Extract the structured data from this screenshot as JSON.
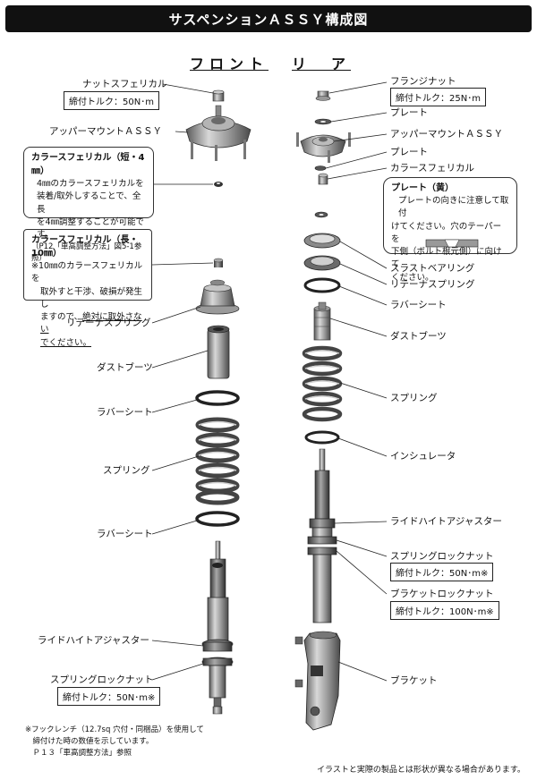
{
  "title": "サスペンションＡＳＳＹ構成図",
  "front_heading": "フロント",
  "rear_heading": "リ　ア",
  "front": {
    "nut_spherical": "ナットスフェリカル",
    "nut_torque": "締付トルク：50N･m",
    "upper_mount": "アッパーマウントＡＳＳＹ",
    "retainer_spring": "リテーナスプリング",
    "dust_boot": "ダストブーツ",
    "rubber_seat_upper": "ラバーシート",
    "spring": "スプリング",
    "rubber_seat_lower": "ラバーシート",
    "ride_height_adjuster": "ライドハイトアジャスター",
    "spring_lock_nut": "スプリングロックナット",
    "spring_lock_torque": "締付トルク：50N･m※"
  },
  "rear": {
    "flange_nut": "フランジナット",
    "flange_torque": "締付トルク：25N･m",
    "plate_top": "プレート",
    "upper_mount": "アッパーマウントＡＳＳＹ",
    "plate_2": "プレート",
    "collar_spherical": "カラースフェリカル",
    "thrust_bearing": "スラストベアリング",
    "retainer_spring": "リテーナスプリング",
    "rubber_seat": "ラバーシート",
    "dust_boot": "ダストブーツ",
    "spring": "スプリング",
    "insulator": "インシュレータ",
    "ride_height_adjuster": "ライドハイトアジャスター",
    "spring_lock_nut": "スプリングロックナット",
    "spring_lock_torque": "締付トルク：50N･m※",
    "bracket_lock_nut": "ブラケットロックナット",
    "bracket_lock_torque": "締付トルク：100N･m※",
    "bracket": "ブラケット"
  },
  "note_short": {
    "title": "カラースフェリカル（短・4㎜）",
    "line1": "4㎜のカラースフェリカルを",
    "line2": "装着/取外しすることで、全長",
    "line3": "を4㎜調整することが可能です。",
    "line4": "（P12「車高調整方法」図5-1参照）"
  },
  "note_long": {
    "title": "カラースフェリカル（長・10㎜）",
    "line1": "※10㎜のカラースフェリカルを",
    "line2": "取外すと干渉、破損が発生し",
    "line3": "ますので、",
    "line3_em": "絶対に取外さない",
    "line4": "でください。"
  },
  "note_plate": {
    "title": "プレート（黄）",
    "line1": "プレートの向きに注意して取付",
    "line2": "けてください。穴のテーパーを",
    "line3": "下側（ボルト根元側）に向けて",
    "line4": "ください。"
  },
  "footnote": {
    "line1": "※フックレンチ（12.7sq 穴付・同梱品）を使用して",
    "line2": "　締付けた時の数値を示しています。",
    "line3": "　Ｐ１３「車高調整方法」参照"
  },
  "disclaimer": "イラストと実際の製品とは形状が異なる場合があります。"
}
